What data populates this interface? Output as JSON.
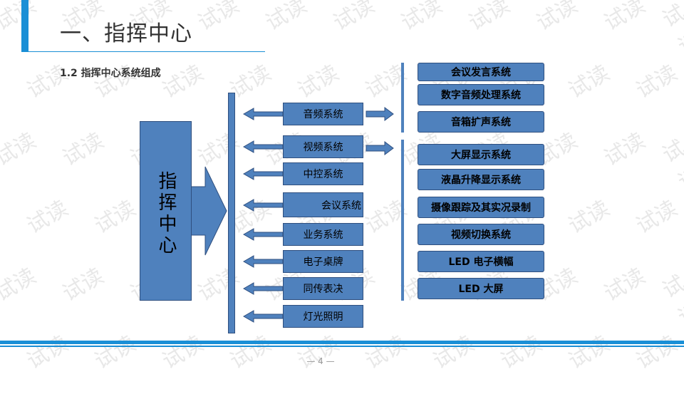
{
  "header": {
    "title": "一、指挥中心",
    "subtitle": "1.2 指挥中心系统组成"
  },
  "center": {
    "label": "指挥中心"
  },
  "subsystems": [
    {
      "label": "音频系统"
    },
    {
      "label": "视频系统"
    },
    {
      "label": "中控系统"
    },
    {
      "label": "会议系统"
    },
    {
      "label": "业务系统"
    },
    {
      "label": "电子桌牌"
    },
    {
      "label": "同传表决"
    },
    {
      "label": "灯光照明"
    }
  ],
  "audio_children": [
    {
      "label": "会议发言系统"
    },
    {
      "label": "数字音频处理系统"
    },
    {
      "label": "音箱扩声系统"
    }
  ],
  "video_children": [
    {
      "label": "大屏显示系统"
    },
    {
      "label": "液晶升降显示系统"
    },
    {
      "label": "摄像跟踪及其实况录制"
    },
    {
      "label": "视频切换系统"
    },
    {
      "label": "LED  电子横幅"
    },
    {
      "label": "LED  大屏"
    }
  ],
  "footer": {
    "page": "— 4 —"
  },
  "watermark": "试读",
  "colors": {
    "accent": "#1a8fd6",
    "box": "#4f81bd",
    "border": "#2f4f7f"
  }
}
